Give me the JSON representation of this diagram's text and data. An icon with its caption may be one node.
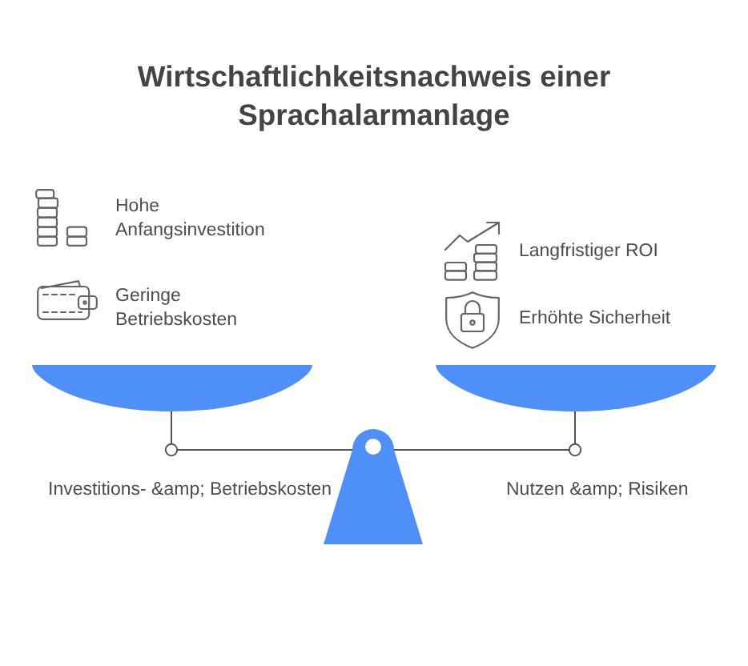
{
  "diagram": {
    "title": "Wirtschaftlichkeitsnachweis einer Sprachalarmanlage",
    "labels": [
      "Hohe Anfangsinvestition",
      "Geringe Betriebskosten",
      "Langfristiger ROI",
      "Erhöhte Sicherheit",
      "Investitions- &amp; Betriebskosten",
      "Nutzen &amp; Risiken"
    ]
  }
}
